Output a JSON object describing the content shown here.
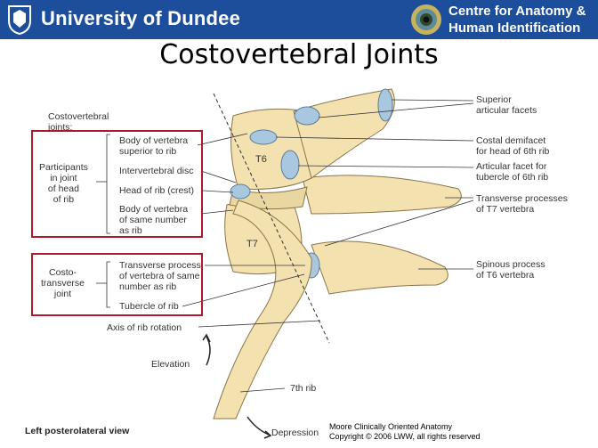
{
  "header": {
    "university": "University of Dundee",
    "centre_line1": "Centre for Anatomy &",
    "centre_line2": "Human Identification"
  },
  "title": "Costovertebral Joints",
  "left_labels": {
    "costovertebral_joints": "Costovertebral\njoints:",
    "participants": "Participants\nin joint\nof head\nof rib",
    "costotransverse": "Costo-\ntransverse\njoint",
    "body_superior": "Body of vertebra\nsuperior to rib",
    "intervertebral_disc": "Intervertebral disc",
    "head_of_rib": "Head of rib (crest)",
    "body_same": "Body of vertebra\nof same number\nas rib",
    "transverse_process": "Transverse process\nof vertebra of same\nnumber as rib",
    "tubercle": "Tubercle of rib",
    "axis": "Axis of rib rotation",
    "elevation": "Elevation",
    "depression": "Depression",
    "seventh_rib": "7th rib",
    "view": "Left posterolateral view"
  },
  "right_labels": {
    "superior_facets": "Superior\narticular facets",
    "costal_demifacet": "Costal demifacet\nfor head of 6th rib",
    "articular_facet": "Articular facet for\ntubercle of 6th rib",
    "transverse_processes": "Transverse processes\nof T7 vertebra",
    "spinous_process": "Spinous process\nof T6 vertebra"
  },
  "vertebra_labels": {
    "t6": "T6",
    "t7": "T7"
  },
  "credit": "Moore Clinically Oriented Anatomy\nCopyright © 2006 LWW, all rights reserved",
  "colors": {
    "header": "#1d4e9b",
    "bone": "#f3e1b0",
    "cartilage": "#a9c8e0",
    "box": "#b0192b"
  }
}
